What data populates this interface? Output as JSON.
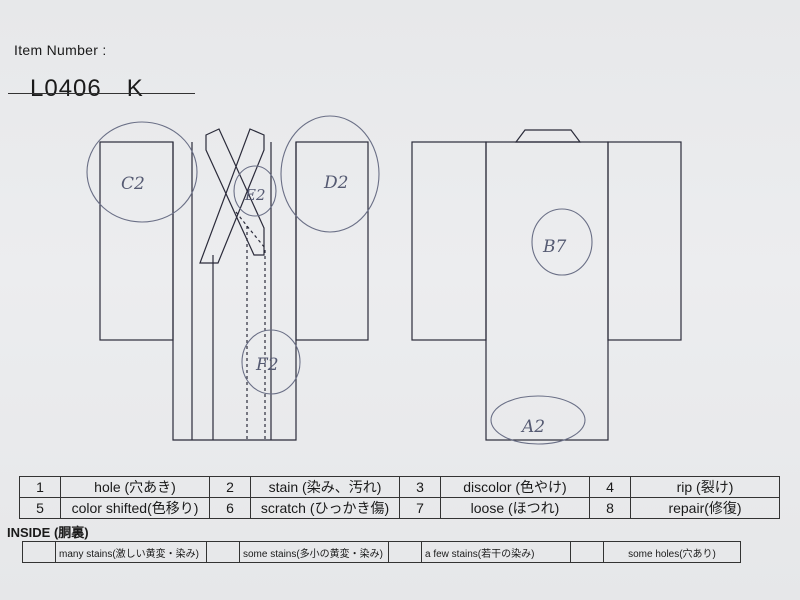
{
  "header": {
    "item_number_label": "Item Number :",
    "item_number_value": "L0406　K"
  },
  "annotations": {
    "front": [
      {
        "label": "C2"
      },
      {
        "label": "E2"
      },
      {
        "label": "D2"
      },
      {
        "label": "F2"
      }
    ],
    "back": [
      {
        "label": "B7"
      },
      {
        "label": "A2"
      }
    ]
  },
  "legend": [
    {
      "num": "1",
      "label": "hole (穴あき)"
    },
    {
      "num": "2",
      "label": "stain (染み、汚れ)"
    },
    {
      "num": "3",
      "label": "discolor (色やけ)"
    },
    {
      "num": "4",
      "label": "rip (裂け)"
    },
    {
      "num": "5",
      "label": "color shifted(色移り)"
    },
    {
      "num": "6",
      "label": "scratch (ひっかき傷)"
    },
    {
      "num": "7",
      "label": "loose (ほつれ)"
    },
    {
      "num": "8",
      "label": "repair(修復)"
    }
  ],
  "inside": {
    "title": "INSIDE (胴裏)",
    "items": [
      {
        "label": "many stains(激しい黄変・染み)"
      },
      {
        "label": "some stains(多小の黄変・染み)"
      },
      {
        "label": "a few stains(若干の染み)"
      },
      {
        "label": "some holes(穴あり)"
      }
    ]
  }
}
